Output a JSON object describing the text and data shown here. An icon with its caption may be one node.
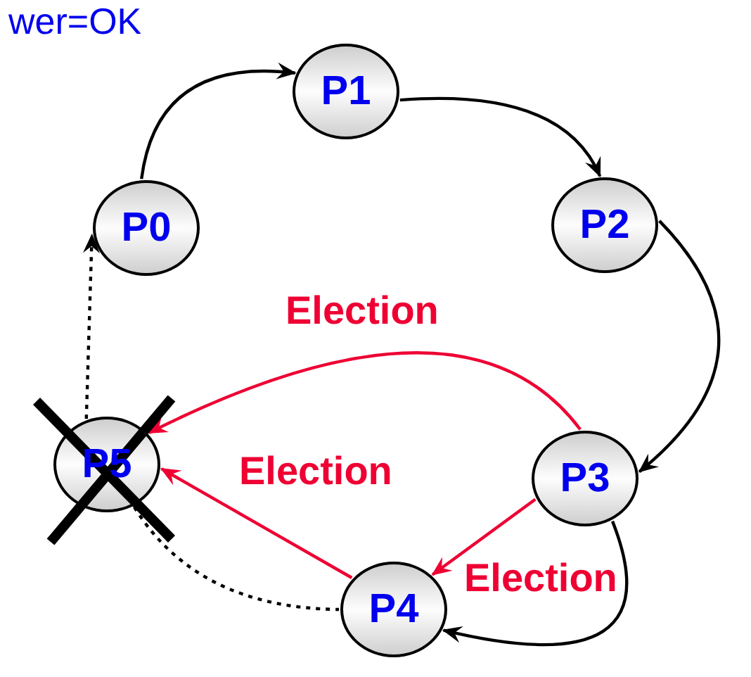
{
  "diagram": {
    "nodes": [
      {
        "text": [
          "P0"
        ]
      },
      {
        "text": [
          "P1"
        ]
      },
      {
        "text": [
          "P2"
        ]
      },
      {
        "text": [
          "P3"
        ]
      },
      {
        "text": [
          "P4"
        ]
      },
      {
        "text": [
          "P5"
        ]
      }
    ],
    "edges": [
      {
        "from": 0,
        "to": 1,
        "arrow": "to"
      },
      {
        "from": 1,
        "to": 2,
        "arrow": "to"
      },
      {
        "from": 2,
        "to": 3,
        "arrow": "to"
      },
      {
        "from": 3,
        "to": 4,
        "arrow": "to"
      },
      {
        "from": 3,
        "to": 5,
        "arrow": "to",
        "label": "Election",
        "color": "#ee0033"
      },
      {
        "from": 4,
        "to": 5,
        "arrow": "to",
        "label": "Election",
        "color": "#ee0033"
      },
      {
        "from": 3,
        "to": 4,
        "arrow": "to",
        "label": "Election",
        "color": "#ee0033"
      },
      {
        "from": 5,
        "to": 4,
        "arrow": "none",
        "style": "dashed"
      },
      {
        "from": 5,
        "to": 0,
        "arrow": "to",
        "style": "dashed"
      }
    ],
    "labels": [
      "wer=OK"
    ]
  }
}
